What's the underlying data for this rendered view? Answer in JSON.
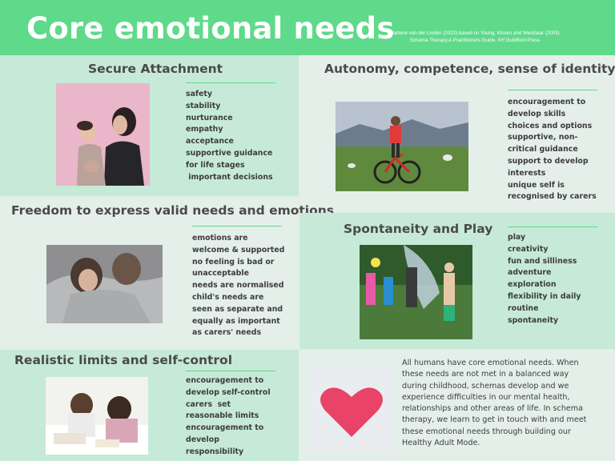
{
  "header": {
    "title": "Core emotional needs",
    "citation_line1": "Nadene van der Linden (2022)  based on Young, Klosko and Weishaar (2003)",
    "citation_line2": "Schema Therapy.A  Practitioners Guide. NY:Guildford Press",
    "background_color": "#5fd98a"
  },
  "sections": {
    "secure_attachment": {
      "title": "Secure Attachment",
      "items": [
        "safety",
        "stability",
        "nurturance",
        "empathy",
        "acceptance",
        "supportive guidance",
        "for life stages",
        " important decisions"
      ]
    },
    "autonomy": {
      "title": "Autonomy, competence, sense of identity",
      "items": [
        "encouragement to",
        "develop skills",
        "choices and options",
        "supportive, non-",
        "critical guidance",
        "support to develop",
        "interests",
        "unique self is",
        "recognised by carers"
      ]
    },
    "freedom": {
      "title": "Freedom to express valid needs and emotions",
      "items": [
        "emotions are",
        "welcome & supported",
        "no feeling is bad or",
        "unacceptable",
        "needs are normalised",
        "child's needs are",
        "seen as separate and",
        "equally as important",
        "as carers' needs"
      ]
    },
    "spontaneity": {
      "title": "Spontaneity and Play",
      "items": [
        "play",
        "creativity",
        "fun and silliness",
        "adventure",
        "exploration",
        "flexibility in daily",
        "routine",
        "spontaneity"
      ]
    },
    "realistic_limits": {
      "title": "Realistic limits and self-control",
      "items": [
        "encouragement to",
        "develop self-control",
        "carers  set",
        "reasonable limits",
        "encouragement to",
        "develop",
        "responsibility"
      ]
    },
    "summary": {
      "lines": [
        "All humans have core emotional needs. When",
        "these needs are not met in a balanced way",
        "during childhood, schemas develop and we",
        "experience difficulties in our mental health,",
        "relationships and other areas of life. In schema",
        "therapy, we learn to get in touch with and meet",
        "these emotional needs through building our",
        "Healthy Adult Mode."
      ]
    }
  }
}
